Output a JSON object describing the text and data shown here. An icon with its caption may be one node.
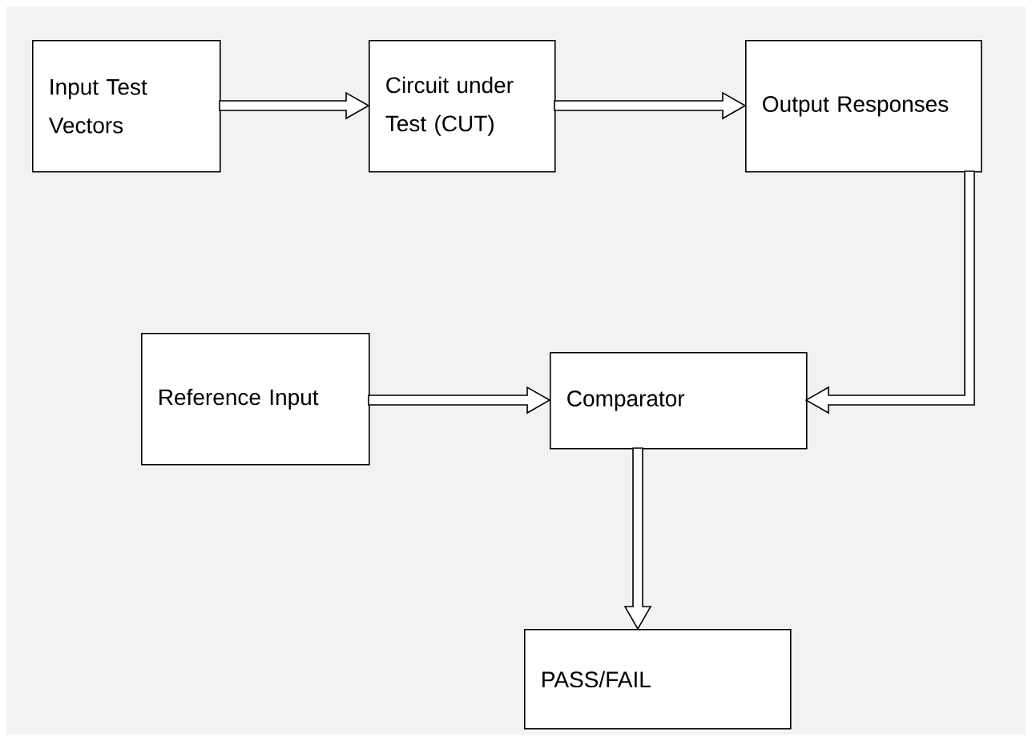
{
  "diagram": {
    "nodes": [
      {
        "text": [
          "Input Test Vectors"
        ]
      },
      {
        "text": [
          "Circuit under Test (CUT)"
        ]
      },
      {
        "text": [
          "Output Responses"
        ]
      },
      {
        "text": [
          "Reference Input"
        ]
      },
      {
        "text": [
          "Comparator"
        ]
      },
      {
        "text": [
          "PASS/FAIL"
        ]
      }
    ],
    "edges": [
      {
        "from": 0,
        "to": 1,
        "arrow": "to"
      },
      {
        "from": 1,
        "to": 2,
        "arrow": "to"
      },
      {
        "from": 2,
        "to": 4,
        "arrow": "to"
      },
      {
        "from": 3,
        "to": 4,
        "arrow": "to"
      },
      {
        "from": 4,
        "to": 5,
        "arrow": "to"
      }
    ]
  }
}
